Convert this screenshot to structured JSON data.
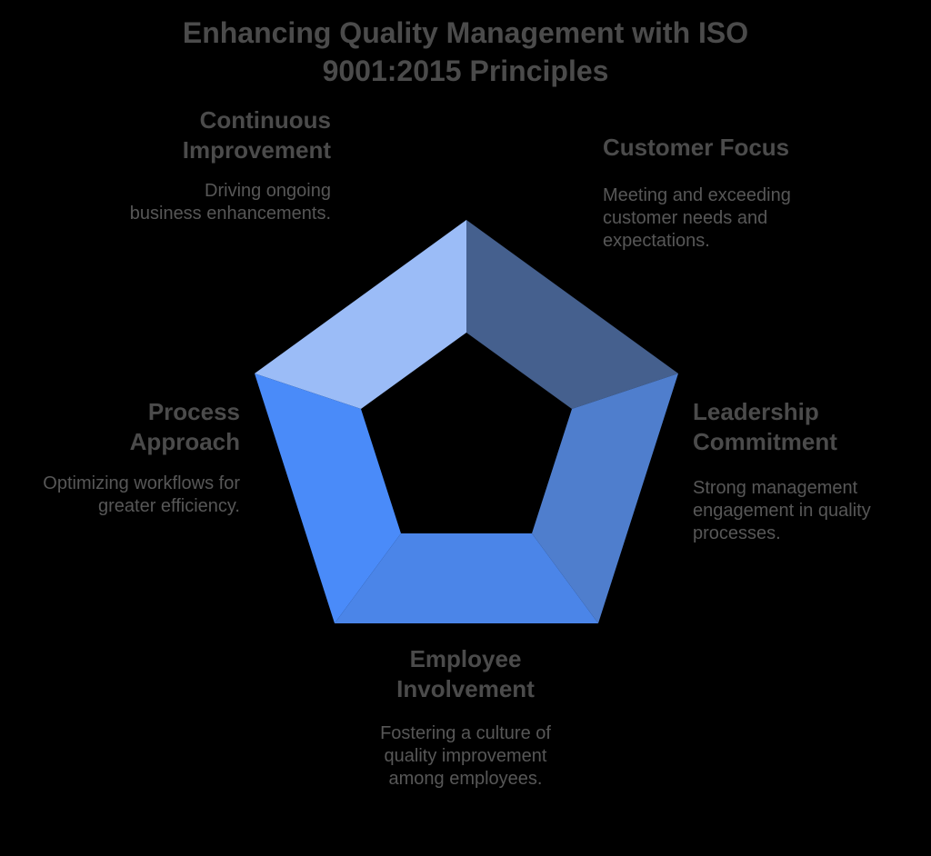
{
  "colors": {
    "background": "#000000",
    "heading_text": "#4b4b4b",
    "body_text": "#575757"
  },
  "title": {
    "text": "Enhancing Quality Management with ISO 9001:2015 Principles",
    "lines": [
      "Enhancing Quality Management with ISO",
      "9001:2015 Principles"
    ]
  },
  "diagram": {
    "type": "pentagon-ring",
    "segment_order_clockwise_from_top_left": [
      "Continuous Improvement",
      "Customer Focus",
      "Leadership Commitment",
      "Employee Involvement",
      "Process Approach"
    ]
  },
  "principles": [
    {
      "name": "Continuous Improvement",
      "heading_lines": [
        "Continuous",
        "Improvement"
      ],
      "description_lines": [
        "Driving ongoing",
        "business enhancements."
      ],
      "segment": "top-left",
      "segment_color": "#9bbcf7"
    },
    {
      "name": "Customer Focus",
      "heading_lines": [
        "Customer Focus"
      ],
      "description_lines": [
        "Meeting and exceeding",
        "customer needs and",
        "expectations."
      ],
      "segment": "top-right",
      "segment_color": "#45608e"
    },
    {
      "name": "Leadership Commitment",
      "heading_lines": [
        "Leadership",
        "Commitment"
      ],
      "description_lines": [
        "Strong management",
        "engagement in quality",
        "processes."
      ],
      "segment": "right",
      "segment_color": "#4f7ecd"
    },
    {
      "name": "Employee Involvement",
      "heading_lines": [
        "Employee",
        "Involvement"
      ],
      "description_lines": [
        "Fostering a culture of",
        "quality improvement",
        "among employees."
      ],
      "segment": "bottom",
      "segment_color": "#4b85e8"
    },
    {
      "name": "Process Approach",
      "heading_lines": [
        "Process",
        "Approach"
      ],
      "description_lines": [
        "Optimizing workflows for",
        "greater efficiency."
      ],
      "segment": "left",
      "segment_color": "#4a8bf9"
    }
  ]
}
